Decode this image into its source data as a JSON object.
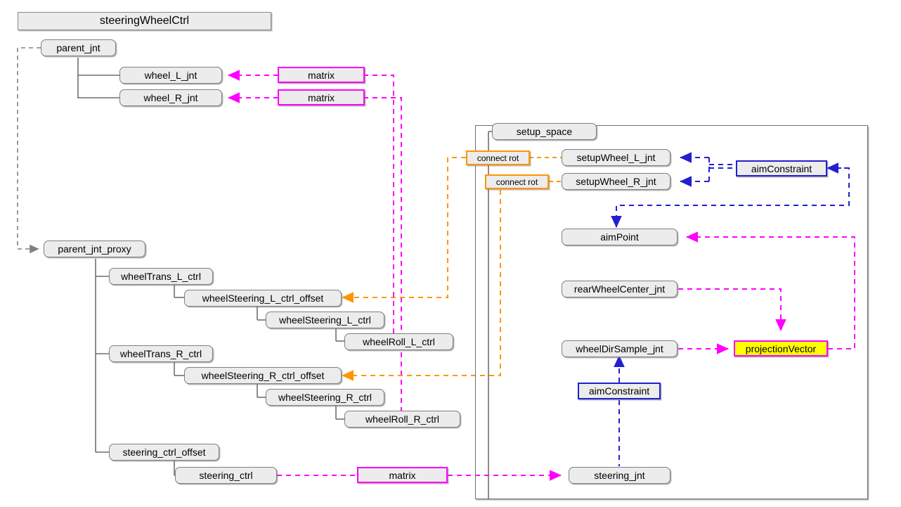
{
  "diagram": {
    "title": "steeringWheelCtrl",
    "colors": {
      "node_fill": "#ececec",
      "node_border": "#808080",
      "tree_line": "#6f6f6f",
      "matrix_border": "#ff00ff",
      "matrix_link": "#ff00ff",
      "connect_border": "#ff9500",
      "connect_link": "#ff9500",
      "aim_border": "#2020d0",
      "aim_link": "#2020d0",
      "projection_fill": "#ffff00",
      "dashed_gray": "#808080"
    }
  },
  "left_tree": {
    "root_label": "parent_jnt",
    "wheel_joints": [
      {
        "label": "wheel_L_jnt"
      },
      {
        "label": "wheel_R_jnt"
      }
    ],
    "matrix_nodes": [
      {
        "label": "matrix"
      },
      {
        "label": "matrix"
      },
      {
        "label": "matrix"
      }
    ],
    "proxy_root_label": "parent_jnt_proxy",
    "proxy_children": [
      {
        "label": "wheelTrans_L_ctrl"
      },
      {
        "label": "wheelSteering_L_ctrl_offset"
      },
      {
        "label": "wheelSteering_L_ctrl"
      },
      {
        "label": "wheelRoll_L_ctrl"
      },
      {
        "label": "wheelTrans_R_ctrl"
      },
      {
        "label": "wheelSteering_R_ctrl_offset"
      },
      {
        "label": "wheelSteering_R_ctrl"
      },
      {
        "label": "wheelRoll_R_ctrl"
      },
      {
        "label": "steering_ctrl_offset"
      },
      {
        "label": "steering_ctrl"
      }
    ]
  },
  "setup_space": {
    "label": "setup_space",
    "connect_nodes": [
      {
        "label": "connect rot"
      },
      {
        "label": "connect rot"
      }
    ],
    "nodes": [
      {
        "label": "setupWheel_L_jnt"
      },
      {
        "label": "setupWheel_R_jnt"
      },
      {
        "label": "aimConstraint"
      },
      {
        "label": "aimPoint"
      },
      {
        "label": "rearWheelCenter_jnt"
      },
      {
        "label": "projectionVector"
      },
      {
        "label": "wheelDirSample_jnt"
      },
      {
        "label": "aimConstraint"
      },
      {
        "label": "steering_jnt"
      }
    ]
  }
}
